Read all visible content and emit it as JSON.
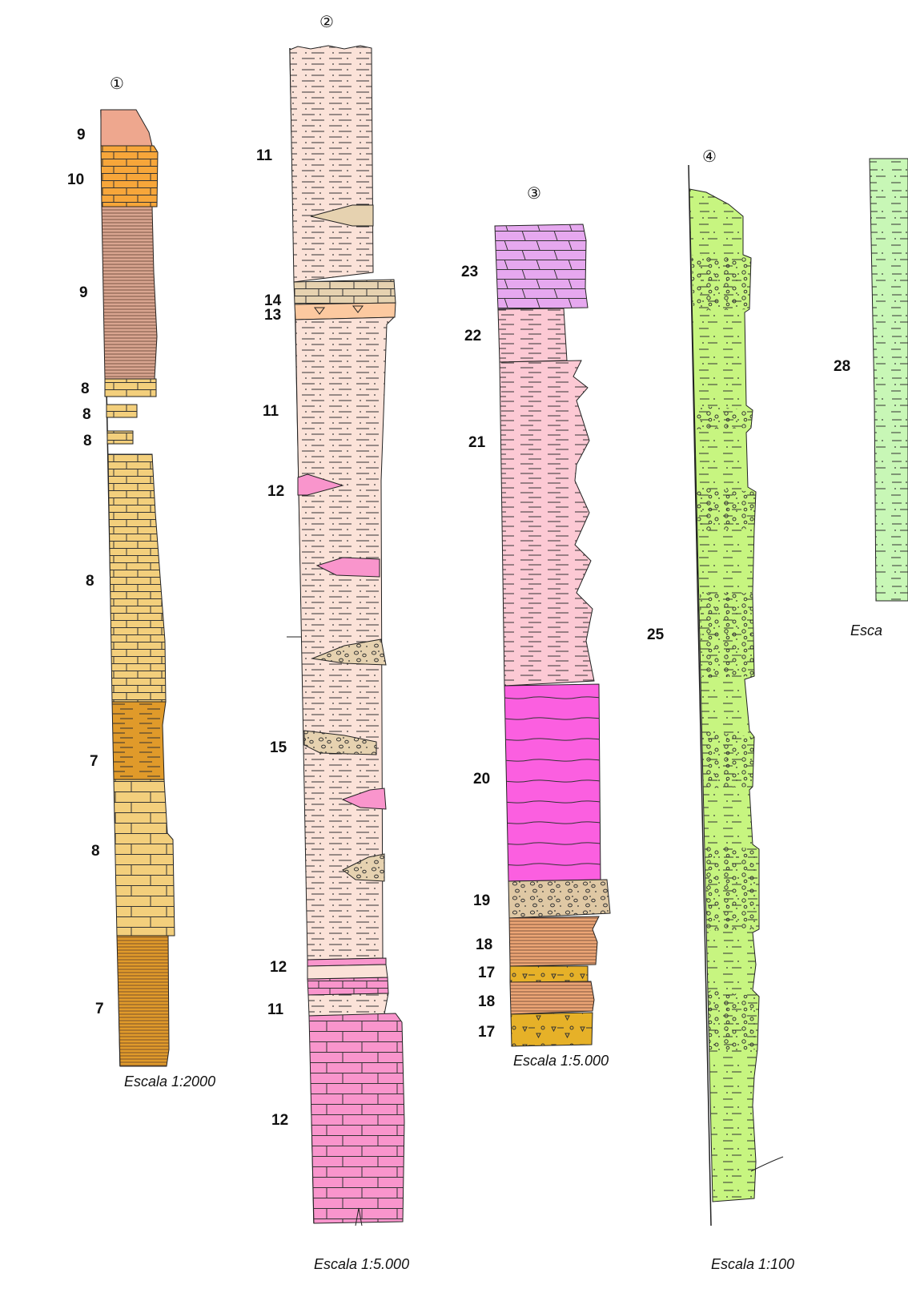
{
  "colors": {
    "pale_pink": "#fbe2d8",
    "light_pink": "#fcc9d4",
    "pink": "#f995cc",
    "magenta": "#fb5fe0",
    "purple": "#e6a8ef",
    "salmon": "#eea78e",
    "orange": "#f7a63a",
    "ochre": "#f3cf7c",
    "dark_ochre": "#e09a2a",
    "tan": "#dfc8a4",
    "brown_orange": "#eca575",
    "mustard": "#e6b128",
    "green": "#c7f580",
    "light_green": "#c8f7b6",
    "peach": "#fcc9a0"
  },
  "columns": [
    {
      "number": "①",
      "scale": "Escala 1:2000",
      "labels": [
        "9",
        "10",
        "9",
        "8",
        "8",
        "8",
        "8",
        "7",
        "8",
        "7"
      ]
    },
    {
      "number": "②",
      "scale": "Escala 1:5.000",
      "labels": [
        "11",
        "14",
        "13",
        "11",
        "12",
        "15",
        "12",
        "11",
        "12"
      ]
    },
    {
      "number": "③",
      "scale": "Escala 1:5.000",
      "labels": [
        "23",
        "22",
        "21",
        "20",
        "19",
        "18",
        "17",
        "18",
        "17"
      ]
    },
    {
      "number": "④",
      "scale": "Escala 1:100",
      "labels": [
        "25"
      ]
    },
    {
      "number": "",
      "scale": "Esca",
      "labels": [
        "28"
      ]
    }
  ]
}
